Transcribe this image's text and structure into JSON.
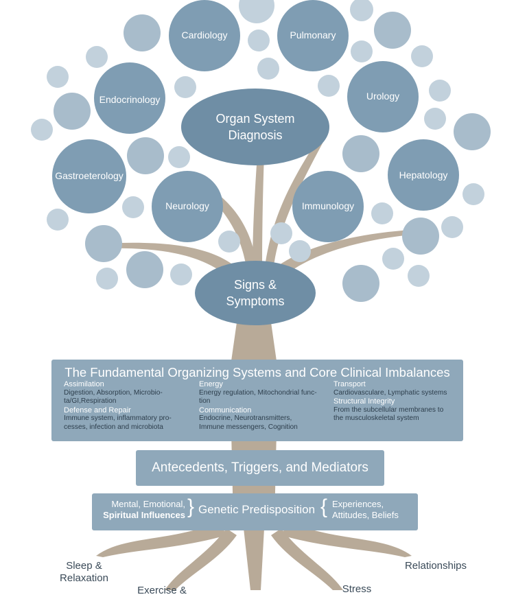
{
  "tree": {
    "circles": [
      {
        "label": "Cardiology"
      },
      {
        "label": "Pulmonary"
      },
      {
        "label": "Endocrinology"
      },
      {
        "label": "Urology"
      },
      {
        "label": "Gastroeterology"
      },
      {
        "label": "Hepatology"
      },
      {
        "label": "Neurology"
      },
      {
        "label": "Immunology"
      }
    ],
    "organ_system": {
      "line1": "Organ System",
      "line2": "Diagnosis"
    },
    "signs": {
      "line1": "Signs &",
      "line2": "Symptoms"
    }
  },
  "core": {
    "title": "The Fundamental Organizing Systems and Core Clinical Imbalances",
    "columns": [
      {
        "items": [
          {
            "heading": "Assimilation",
            "text1": "Digestion, Absorption, Microbio-",
            "text2": "ta/GI,Respiration"
          },
          {
            "heading": "Defense and Repair",
            "text1": "Immune system, inflammatory pro-",
            "text2": "cesses, infection and microbiota"
          }
        ]
      },
      {
        "items": [
          {
            "heading": "Energy",
            "text1": "Energy regulation, Mitochondrial func-",
            "text2": "tion"
          },
          {
            "heading": "Communication",
            "text1": "Endocrine, Neurotransmitters,",
            "text2": "Immune messengers, Cognition"
          }
        ]
      },
      {
        "items": [
          {
            "heading": "Transport",
            "text1": "Cardiovasculare, Lymphatic systems",
            "text2": ""
          },
          {
            "heading": "Structural Integrity",
            "text1": "From the subcellular membranes to",
            "text2": "the musculoskeletal system"
          }
        ]
      }
    ]
  },
  "antecedents": {
    "label": "Antecedents, Triggers, and Mediators"
  },
  "genetic": {
    "left_line1": "Mental, Emotional,",
    "left_line2": "Spiritual Influences",
    "center": "Genetic Predisposition",
    "right_line1": "Experiences,",
    "right_line2": "Attitudes, Beliefs"
  },
  "roots": {
    "sleep_line1": "Sleep &",
    "sleep_line2": "Relaxation",
    "relationships": "Relationships",
    "exercise_partial": "Exercise &",
    "stress_partial": "Stress"
  },
  "colors": {
    "circle_large": "#7f9db3",
    "circle_small": "#c2d1dc",
    "circle_mid": "#a8bccb",
    "oval": "#6f8ea5",
    "trunk": "#b8aa98",
    "box": "#8fa8ba"
  }
}
